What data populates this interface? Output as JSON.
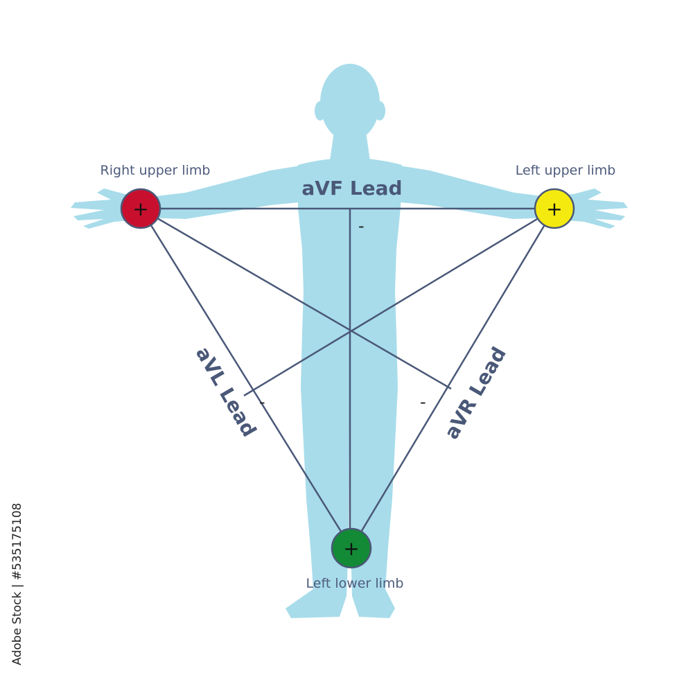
{
  "colors": {
    "body": "#a8dcea",
    "lines": "#4a5878",
    "right_upper_electrode": "#c8102e",
    "left_upper_electrode": "#f5ea10",
    "left_lower_electrode": "#138a36"
  },
  "electrodes": {
    "right_upper": {
      "label": "Right upper limb",
      "sign": "+"
    },
    "left_upper": {
      "label": "Left upper limb",
      "sign": "+"
    },
    "left_lower": {
      "label": "Left lower limb",
      "sign": "+"
    }
  },
  "leads": {
    "avf": {
      "label": "aVF Lead",
      "negative": "-"
    },
    "avl": {
      "label": "aVL Lead",
      "negative": "-"
    },
    "avr": {
      "label": "aVR Lead",
      "negative": "-"
    }
  },
  "watermark": {
    "stock_id": "Adobe Stock | #535175108"
  }
}
